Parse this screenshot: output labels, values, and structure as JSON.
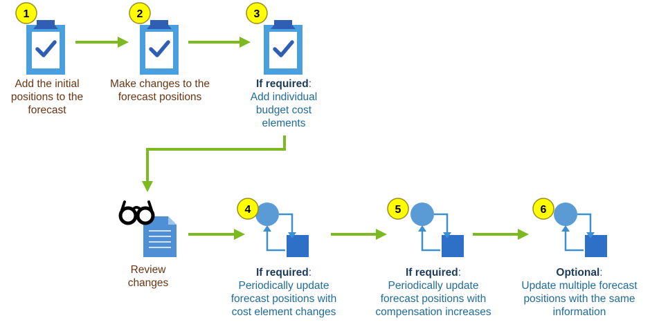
{
  "colors": {
    "arrow": "#7dba22",
    "clipboard_board": "#4aa0de",
    "clipboard_paper": "#ffffff",
    "check": "#2f5fb5",
    "badge_fill": "#ffff00",
    "badge_stroke": "#9a8a20",
    "circle": "#5b9bd5",
    "square": "#2e6fc8",
    "cycle_arrow": "#3c8fd0",
    "document": "#4f8fd6",
    "glasses": "#000000",
    "text_step": "#6b3412",
    "text_detail": "#1f6b9a",
    "text_emphasis": "#1b3b5a"
  },
  "steps": [
    {
      "badge": "1",
      "icon": "clipboard-check-icon",
      "lines": [
        "Add the initial",
        "positions to the",
        "forecast"
      ]
    },
    {
      "badge": "2",
      "icon": "clipboard-check-icon",
      "lines": [
        "Make changes to the",
        "forecast positions"
      ]
    },
    {
      "badge": "3",
      "icon": "clipboard-check-icon",
      "prefix": "If required",
      "suffix": ":",
      "lines": [
        "Add individual",
        "budget cost",
        "elements"
      ]
    },
    {
      "icon": "glasses-document-icon",
      "lines": [
        "Review",
        "changes"
      ]
    },
    {
      "badge": "4",
      "icon": "update-cycle-icon",
      "prefix": "If required",
      "suffix": ":",
      "lines": [
        "Periodically update",
        "forecast positions with",
        "cost element changes"
      ]
    },
    {
      "badge": "5",
      "icon": "update-cycle-icon",
      "prefix": "If required",
      "suffix": ":",
      "lines": [
        "Periodically update",
        "forecast positions with",
        "compensation increases"
      ]
    },
    {
      "badge": "6",
      "icon": "update-cycle-icon",
      "prefix": "Optional",
      "suffix": ":",
      "lines": [
        "Update multiple forecast",
        "positions with the same",
        "information"
      ]
    }
  ]
}
